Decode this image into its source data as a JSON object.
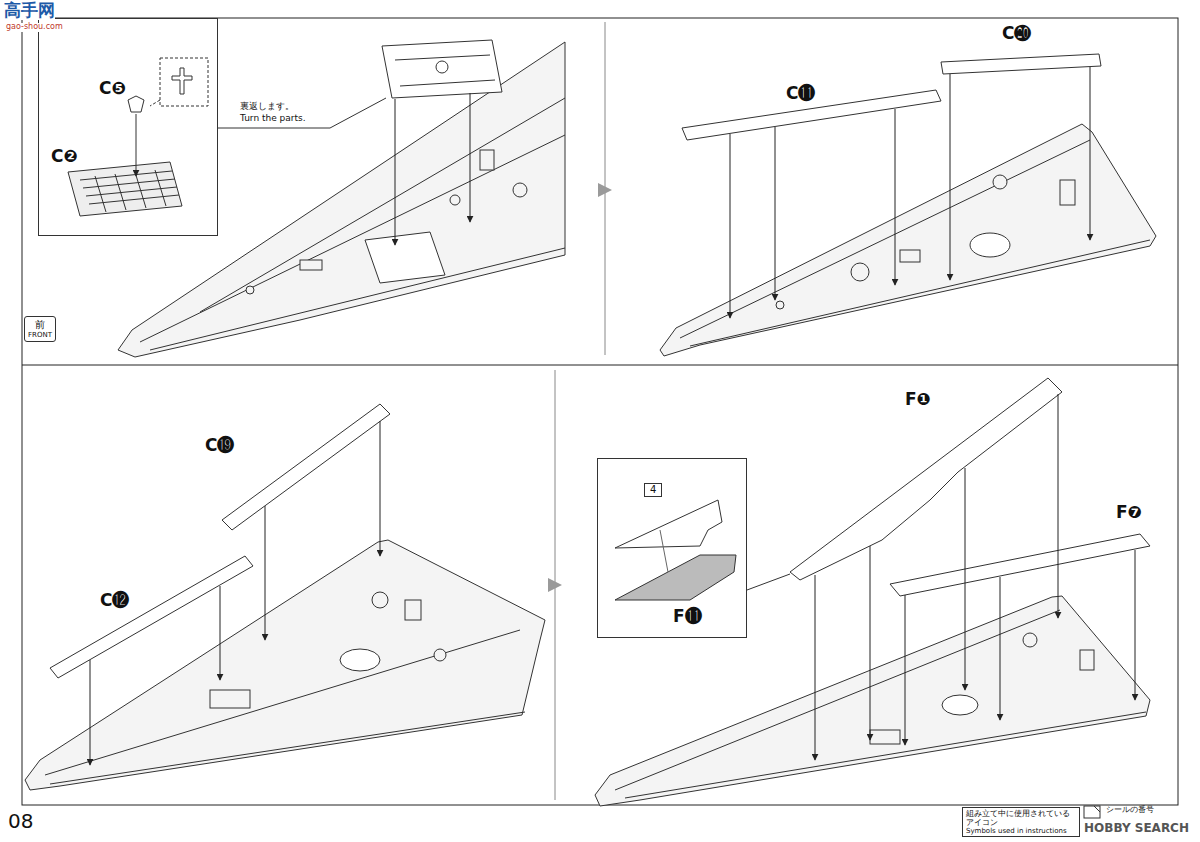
{
  "diagram": {
    "nodes": [
      {
        "text": [
          "C❺",
          "C❷"
        ]
      },
      {
        "text": [
          "前",
          "FRONT"
        ]
      },
      {
        "text": [
          "F⓫"
        ]
      },
      {
        "text": [
          "4"
        ],
        "in": 2
      },
      {
        "text": [
          "組み立て中に使用されているアイコン",
          "Symbols used in instructions"
        ]
      }
    ],
    "labels": [
      "高手网",
      "gao-shou.com",
      "裏返します。",
      "Turn the parts.",
      "C⓴",
      "C⓫",
      "C⓳",
      "C⓬",
      "F❶",
      "F❼",
      "08",
      "シールの番号",
      "HOBBY SEARCH"
    ]
  }
}
